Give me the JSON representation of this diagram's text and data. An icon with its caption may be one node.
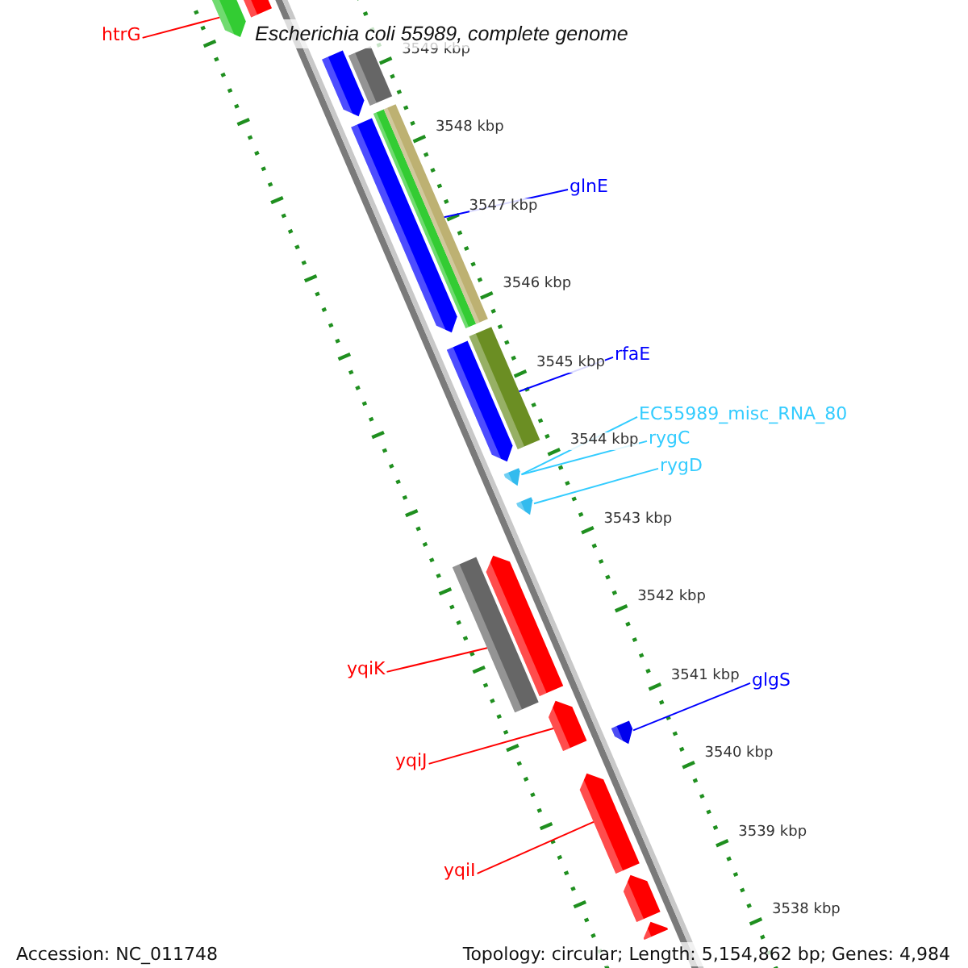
{
  "diagram": {
    "title": "Escherichia coli 55989, complete genome",
    "nodes": [
      {
        "text": [
          "htrG"
        ]
      },
      {
        "text": [
          "glnE"
        ]
      },
      {
        "text": [
          "rfaE"
        ]
      },
      {
        "text": [
          "EC55989_misc_RNA_80"
        ]
      },
      {
        "text": [
          "rygC"
        ]
      },
      {
        "text": [
          "rygD"
        ]
      },
      {
        "text": [
          "yqiK"
        ]
      },
      {
        "text": [
          "glgS"
        ]
      },
      {
        "text": [
          "yqiJ"
        ]
      },
      {
        "text": [
          "yqiI"
        ]
      },
      {
        "text": [],
        "shape": "bar"
      },
      {
        "text": [],
        "shape": "bar"
      },
      {
        "text": [],
        "shape": "bar"
      },
      {
        "text": [],
        "shape": "bar"
      },
      {
        "text": [],
        "shape": "bar"
      },
      {
        "text": [],
        "shape": "bar"
      },
      {
        "text": [],
        "shape": "bar"
      },
      {
        "text": [],
        "shape": "bar"
      },
      {
        "text": [],
        "shape": "bar"
      },
      {
        "text": [],
        "shape": "bar"
      },
      {
        "text": [],
        "shape": "bar"
      },
      {
        "text": [],
        "shape": "bar"
      },
      {
        "text": [],
        "shape": "bar"
      },
      {
        "text": [],
        "shape": "bar"
      },
      {
        "text": [],
        "shape": "bar"
      },
      {
        "text": [],
        "shape": "bar"
      },
      {
        "text": [],
        "shape": "bar"
      },
      {
        "text": [],
        "shape": "bar"
      }
    ],
    "edges": [
      {
        "from": 0,
        "to": 10,
        "arrow": "none"
      },
      {
        "from": 1,
        "to": 15,
        "arrow": "none",
        "color": "#0000ff"
      },
      {
        "from": 2,
        "to": 17,
        "arrow": "none",
        "color": "#0000ff"
      },
      {
        "from": 3,
        "to": 19,
        "arrow": "none",
        "color": "#33ccff"
      },
      {
        "from": 4,
        "to": 19,
        "arrow": "none",
        "color": "#33ccff"
      },
      {
        "from": 5,
        "to": 20,
        "arrow": "none",
        "color": "#33ccff"
      },
      {
        "from": 6,
        "to": 21,
        "arrow": "none"
      },
      {
        "from": 7,
        "to": 24,
        "arrow": "none",
        "color": "#0000ff"
      },
      {
        "from": 8,
        "to": 23,
        "arrow": "none"
      },
      {
        "from": 9,
        "to": 25,
        "arrow": "none"
      }
    ],
    "labels": [
      "3549 kbp",
      "3548 kbp",
      "3547 kbp",
      "3546 kbp",
      "3545 kbp",
      "3544 kbp",
      "3543 kbp",
      "3542 kbp",
      "3541 kbp",
      "3540 kbp",
      "3539 kbp",
      "3538 kbp",
      "Accession: NC_011748",
      "Topology: circular; Length: 5,154,862 bp; Genes: 4,984"
    ]
  }
}
